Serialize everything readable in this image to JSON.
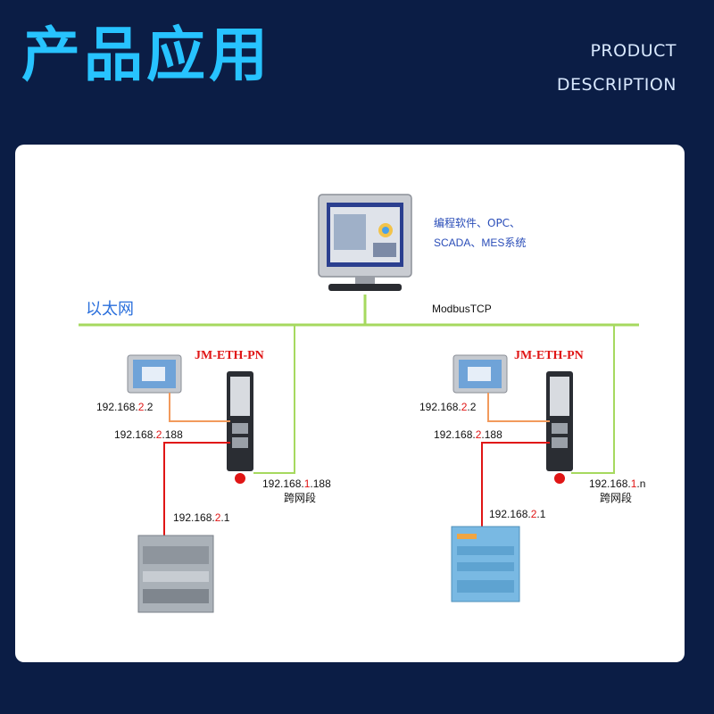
{
  "header": {
    "title": "产品应用",
    "subtitle_line1": "PRODUCT",
    "subtitle_line2": "DESCRIPTION"
  },
  "diagram": {
    "monitor_label_line1": "编程软件、OPC、",
    "monitor_label_line2": "SCADA、MES系统",
    "network_label": "以太网",
    "protocol_label": "ModbusTCP",
    "left": {
      "model": "JM-ETH-PN",
      "hmi_ip": {
        "a": "192.168.",
        "b": "2",
        "c": ".2"
      },
      "gateway_ip2": {
        "a": "192.168.",
        "b": "2",
        "c": ".188"
      },
      "gateway_ip1": {
        "a": "192.168.",
        "b": "1",
        "c": ".188"
      },
      "cross_segment": "跨网段",
      "plc_ip": {
        "a": "192.168.",
        "b": "2",
        "c": ".1"
      }
    },
    "right": {
      "model": "JM-ETH-PN",
      "hmi_ip": {
        "a": "192.168.",
        "b": "2",
        "c": ".2"
      },
      "gateway_ip2": {
        "a": "192.168.",
        "b": "2",
        "c": ".188"
      },
      "gateway_ip1": {
        "a": "192.168.",
        "b": "1",
        "c": ".n"
      },
      "cross_segment": "跨网段",
      "plc_ip": {
        "a": "192.168.",
        "b": "2",
        "c": ".1"
      }
    }
  },
  "colors": {
    "background": "#0b1d45",
    "title": "#27c3ff",
    "ethernet_line": "#a6d95f",
    "hmi_link": "#f29a5c",
    "plc_link": "#e01515",
    "accent_red": "#e01515"
  }
}
